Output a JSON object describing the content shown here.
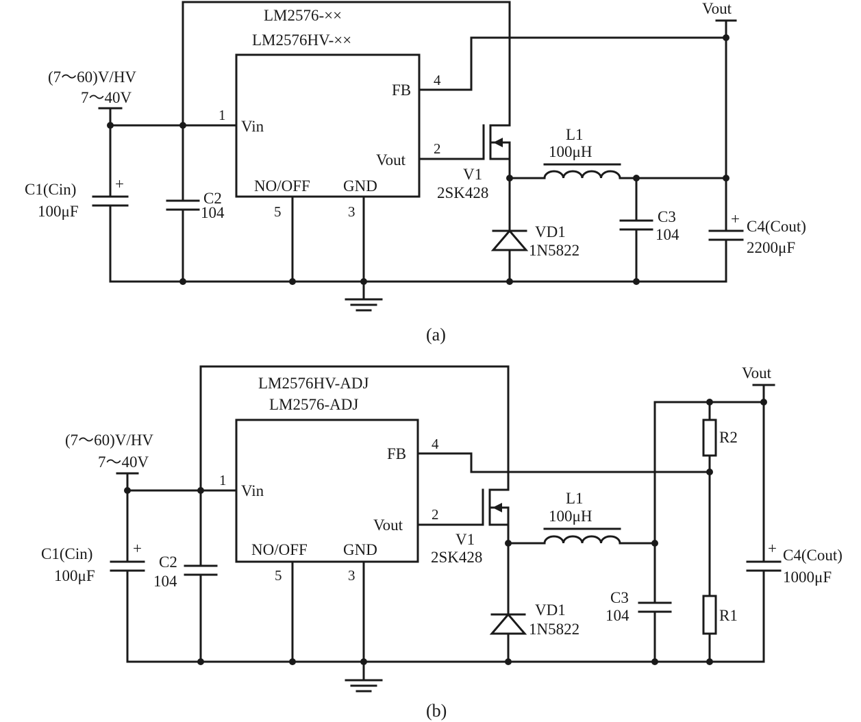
{
  "diagram_a": {
    "chip_name_1": "LM2576-××",
    "chip_name_2": "LM2576HV-××",
    "input_range_hv": "(7～60)V/HV",
    "input_range": "7～40V",
    "pin_vin": "Vin",
    "pin_fb": "FB",
    "pin_vout": "Vout",
    "pin_onoff": "NO/OFF",
    "pin_gnd": "GND",
    "pin1": "1",
    "pin2": "2",
    "pin3": "3",
    "pin4": "4",
    "pin5": "5",
    "vout_terminal": "Vout",
    "c1_name": "C1(Cin)",
    "c1_value": "100μF",
    "c2_name": "C2",
    "c2_value": "104",
    "v1_name": "V1",
    "v1_part": "2SK428",
    "l1_name": "L1",
    "l1_value": "100μH",
    "vd1_name": "VD1",
    "vd1_part": "1N5822",
    "c3_name": "C3",
    "c3_value": "104",
    "c4_name": "C4(Cout)",
    "c4_value": "2200μF",
    "plus": "+",
    "caption": "(a)"
  },
  "diagram_b": {
    "chip_name_1": "LM2576HV-ADJ",
    "chip_name_2": "LM2576-ADJ",
    "input_range_hv": "(7～60)V/HV",
    "input_range": "7～40V",
    "pin_vin": "Vin",
    "pin_fb": "FB",
    "pin_vout": "Vout",
    "pin_onoff": "NO/OFF",
    "pin_gnd": "GND",
    "pin1": "1",
    "pin2": "2",
    "pin3": "3",
    "pin4": "4",
    "pin5": "5",
    "vout_terminal": "Vout",
    "c1_name": "C1(Cin)",
    "c1_value": "100μF",
    "c2_name": "C2",
    "c2_value": "104",
    "v1_name": "V1",
    "v1_part": "2SK428",
    "l1_name": "L1",
    "l1_value": "100μH",
    "vd1_name": "VD1",
    "vd1_part": "1N5822",
    "c3_name": "C3",
    "c3_value": "104",
    "r1_name": "R1",
    "r2_name": "R2",
    "c4_name": "C4(Cout)",
    "c4_value": "1000μF",
    "plus": "+",
    "caption": "(b)"
  }
}
